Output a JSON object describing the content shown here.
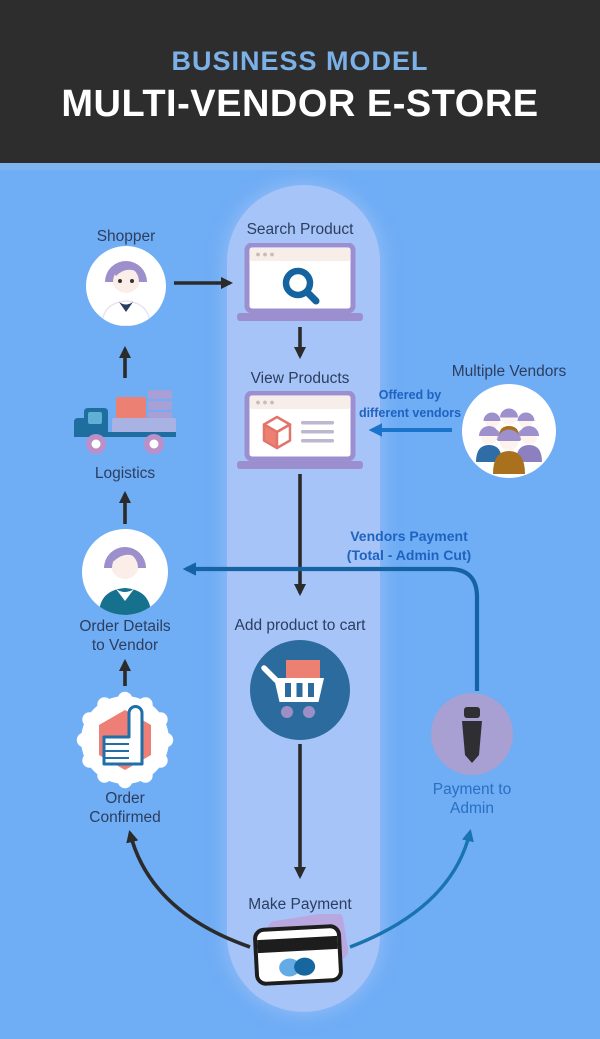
{
  "header": {
    "eyebrow": "BUSINESS MODEL",
    "title": "MULTI-VENDOR E-STORE"
  },
  "nodes": {
    "shopper": {
      "label": "Shopper"
    },
    "search_product": {
      "label": "Search Product"
    },
    "view_products": {
      "label": "View Products"
    },
    "multiple_vendors": {
      "label": "Multiple Vendors"
    },
    "logistics": {
      "label": "Logistics"
    },
    "order_details": {
      "line1": "Order Details",
      "line2": "to Vendor"
    },
    "add_to_cart": {
      "label": "Add product to cart"
    },
    "order_confirmed": {
      "line1": "Order",
      "line2": "Confirmed"
    },
    "payment_to_admin": {
      "line1": "Payment to",
      "line2": "Admin"
    },
    "make_payment": {
      "label": "Make Payment"
    }
  },
  "annotations": {
    "offered_by": {
      "line1": "Offered by",
      "line2": "different vendors"
    },
    "vendors_payment": {
      "line1": "Vendors Payment",
      "line2": "(Total - Admin Cut)"
    }
  },
  "colors": {
    "background": "#6fadf5",
    "pill": "#a6c4f7",
    "header_bg": "#2d2d2d",
    "eyebrow_text": "#7cb1e8",
    "title_text": "#ffffff",
    "label_text": "#2c3e60",
    "annotation_blue": "#1e63c0",
    "arrow_dark": "#2b2b2b",
    "arrow_blue_bright": "#1b74cc",
    "arrow_blue_steel": "#1563a5",
    "coral": "#ec8173",
    "purple": "#9c8fcb",
    "teal": "#16718f",
    "cart_circle": "#2b6b9d",
    "admin_circle": "#a89fd3"
  }
}
